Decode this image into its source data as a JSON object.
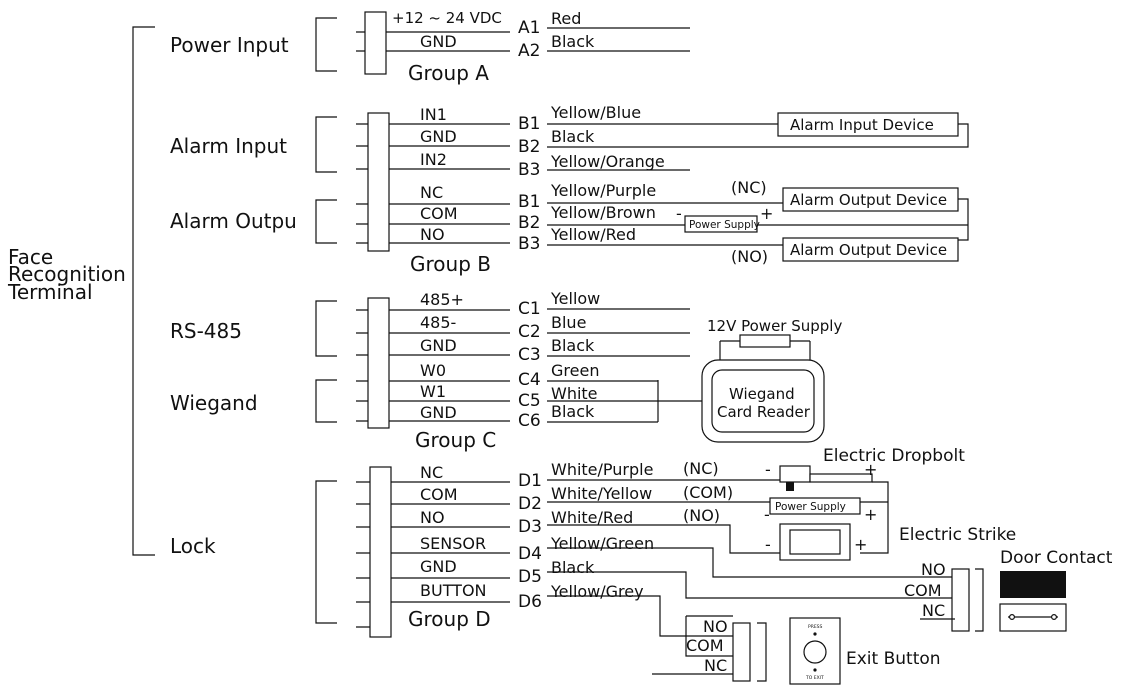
{
  "terminal": {
    "line1": "Face",
    "line2": "Recognition",
    "line3": "Terminal"
  },
  "sections": {
    "power_input": "Power Input",
    "alarm_input": "Alarm Input",
    "alarm_output": "Alarm Outpu",
    "rs485": "RS-485",
    "wiegand": "Wiegand",
    "lock": "Lock"
  },
  "groups": {
    "a": "Group A",
    "b": "Group B",
    "c": "Group C",
    "d": "Group D"
  },
  "pins": {
    "power": "+12 ~ 24 VDC",
    "a_gnd": "GND",
    "in1": "IN1",
    "b_gnd": "GND",
    "in2": "IN2",
    "nc": "NC",
    "com": "COM",
    "no": "NO",
    "p485": "485+",
    "m485": "485-",
    "c_gnd": "GND",
    "w0": "W0",
    "w1": "W1",
    "w_gnd": "GND",
    "d_nc": "NC",
    "d_com": "COM",
    "d_no": "NO",
    "sensor": "SENSOR",
    "d_gnd": "GND",
    "button": "BUTTON"
  },
  "terminals": {
    "a1": "A1",
    "a2": "A2",
    "b1": "B1",
    "b2": "B2",
    "b3": "B3",
    "b1o": "B1",
    "b2o": "B2",
    "b3o": "B3",
    "c1": "C1",
    "c2": "C2",
    "c3": "C3",
    "c4": "C4",
    "c5": "C5",
    "c6": "C6",
    "d1": "D1",
    "d2": "D2",
    "d3": "D3",
    "d4": "D4",
    "d5": "D5",
    "d6": "D6"
  },
  "wires": {
    "a1": "Red",
    "a2": "Black",
    "b1": "Yellow/Blue",
    "b2": "Black",
    "b3": "Yellow/Orange",
    "b1o": "Yellow/Purple",
    "b2o": "Yellow/Brown",
    "b3o": "Yellow/Red",
    "c1": "Yellow",
    "c2": "Blue",
    "c3": "Black",
    "c4": "Green",
    "c5": "White",
    "c6": "Black",
    "d1": "White/Purple",
    "d2": "White/Yellow",
    "d3": "White/Red",
    "d4": "Yellow/Green",
    "d5": "Black",
    "d6": "Yellow/Grey"
  },
  "devices": {
    "alarm_input_device": "Alarm Input Device",
    "alarm_output_device_1": "Alarm Output Device",
    "alarm_output_device_2": "Alarm Output Device",
    "power_supply_small": "Power Supply",
    "nc_marker": "(NC)",
    "no_marker": "(NO)",
    "minus": "-",
    "plus": "+",
    "power_12v": "12V Power Supply",
    "wiegand_reader_1": "Wiegand",
    "wiegand_reader_2": "Card Reader",
    "electric_dropbolt": "Electric Dropbolt",
    "electric_strike": "Electric Strike",
    "lock_power_supply": "Power Supply",
    "lock_nc": "(NC)",
    "lock_com": "(COM)",
    "lock_no": "(NO)",
    "door_contact": "Door Contact",
    "dc_no": "NO",
    "dc_com": "COM",
    "dc_nc": "NC",
    "exit_button": "Exit Button",
    "eb_no": "NO",
    "eb_com": "COM",
    "eb_nc": "NC",
    "press": "PRESS",
    "to_exit": "TO EXIT"
  }
}
